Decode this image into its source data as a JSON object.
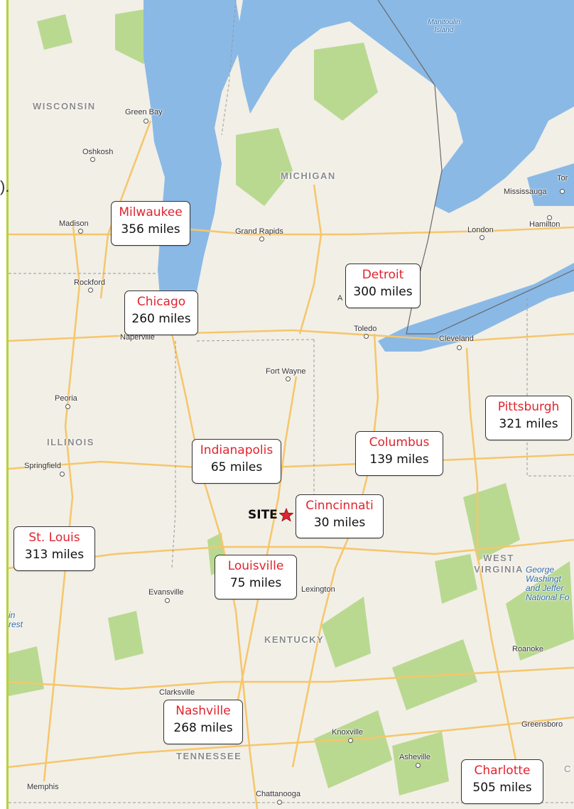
{
  "colors": {
    "land": "#f2efe7",
    "water": "#8ab9e6",
    "forest": "#b9d990",
    "highway": "#f6c66a",
    "accent": "#b5d334",
    "city_text": "#e0242e"
  },
  "stray_text": ").",
  "site": {
    "label": "SITE",
    "icon": "star-icon"
  },
  "labels": [
    {
      "city": "Milwaukee",
      "distance": "356 miles"
    },
    {
      "city": "Chicago",
      "distance": "260 miles"
    },
    {
      "city": "Detroit",
      "distance": "300 miles"
    },
    {
      "city": "Pittsburgh",
      "distance": "321 miles"
    },
    {
      "city": "Indianapolis",
      "distance": "65 miles"
    },
    {
      "city": "Columbus",
      "distance": "139 miles"
    },
    {
      "city": "Cinncinnati",
      "distance": "30 miles"
    },
    {
      "city": "St. Louis",
      "distance": "313 miles"
    },
    {
      "city": "Louisville",
      "distance": "75 miles"
    },
    {
      "city": "Nashville",
      "distance": "268 miles"
    },
    {
      "city": "Charlotte",
      "distance": "505 miles"
    }
  ],
  "regions": [
    "WISCONSIN",
    "MICHIGAN",
    "ILLINOIS",
    "KENTUCKY",
    "TENNESSEE",
    "WEST VIRGINIA"
  ],
  "places": [
    "Green Bay",
    "Oshkosh",
    "Madison",
    "Grand Rapids",
    "Rockford",
    "Naperville",
    "Toledo",
    "Cleveland",
    "Fort Wayne",
    "Peoria",
    "Springfield",
    "Evansville",
    "Lexington",
    "Clarksville",
    "Knoxville",
    "Asheville",
    "Memphis",
    "Chattanooga",
    "Roanoke",
    "Greensboro",
    "London",
    "Hamilton",
    "Mississauga",
    "Tor",
    "A",
    "C"
  ],
  "water_labels": [
    "Manitoulin Island"
  ],
  "park_labels": [
    "George Washingt and Jeffer National Fo",
    "in rest"
  ]
}
